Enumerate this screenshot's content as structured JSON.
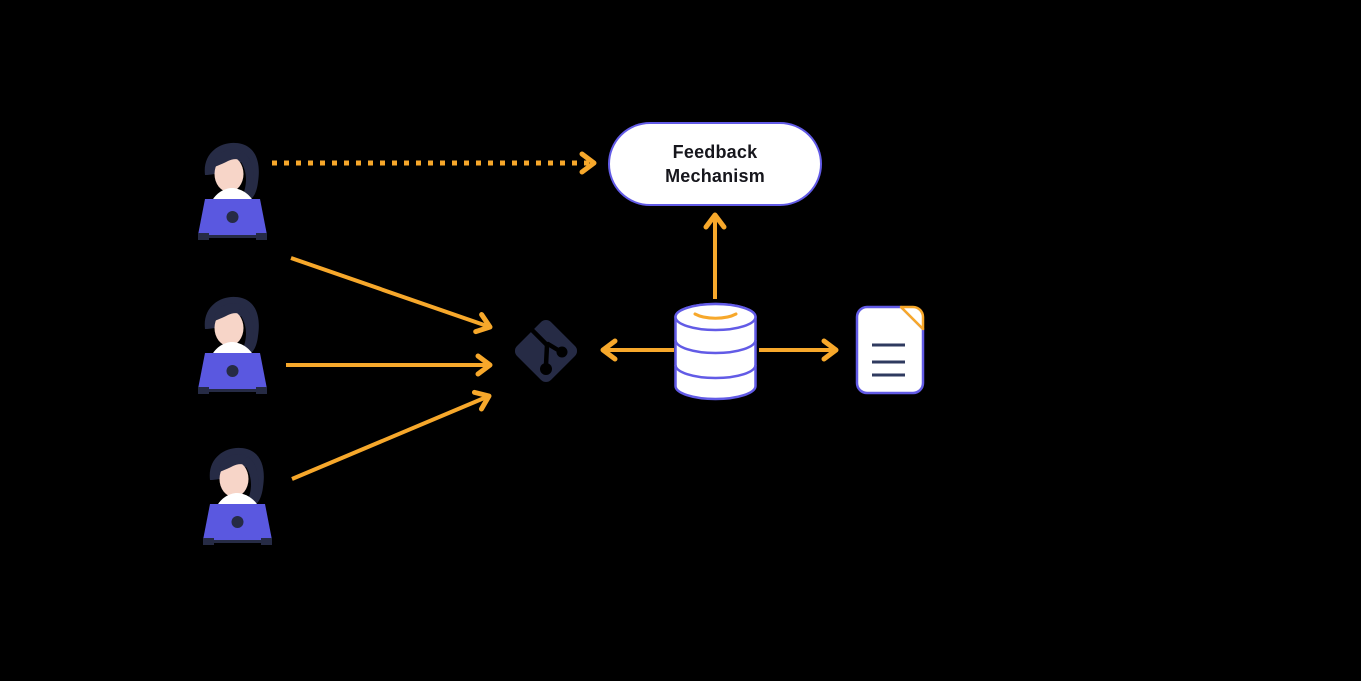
{
  "feedback_box": {
    "label": "Feedback Mechanism"
  },
  "nodes": {
    "developers": [
      "developer-1",
      "developer-2",
      "developer-3"
    ],
    "git": "git-icon",
    "database": "database-icon",
    "document": "document-icon",
    "feedback": "feedback-mechanism"
  },
  "icons": [
    "developer-laptop-icon",
    "git-icon",
    "database-icon",
    "document-icon"
  ],
  "connections": [
    {
      "from": "developer-1",
      "to": "feedback-mechanism",
      "style": "dotted-arrow"
    },
    {
      "from": "developer-1",
      "to": "git",
      "style": "solid-arrow"
    },
    {
      "from": "developer-2",
      "to": "git",
      "style": "solid-arrow"
    },
    {
      "from": "developer-3",
      "to": "git",
      "style": "solid-arrow"
    },
    {
      "from": "database",
      "to": "git",
      "style": "solid-arrow"
    },
    {
      "from": "database",
      "to": "document",
      "style": "solid-arrow"
    },
    {
      "from": "database",
      "to": "feedback-mechanism",
      "style": "solid-arrow"
    }
  ],
  "colors": {
    "background": "#000000",
    "arrow_orange": "#F7A82B",
    "outline_indigo": "#625BE6",
    "laptop_indigo": "#5A58E0",
    "dark_navy": "#262B45",
    "face_peach": "#F7D5C8",
    "node_fill": "#FFFFFF",
    "label_text": "#16161C"
  }
}
